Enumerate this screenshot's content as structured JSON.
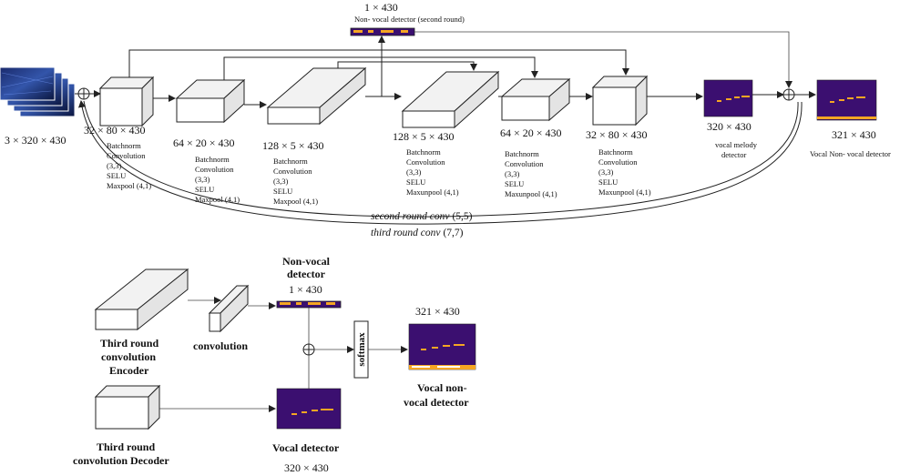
{
  "top": {
    "input_dim": "3 × 320 × 430",
    "enc1_dim": "32 × 80 × 430",
    "enc2_dim": "64 × 20 × 430",
    "enc3_dim": "128 × 5 × 430",
    "dec1_dim": "128 × 5 × 430",
    "dec2_dim": "64 × 20 × 430",
    "dec3_dim": "32 × 80 × 430",
    "melody_dim": "320 × 430",
    "output_dim": "321 × 430",
    "nonvocal_dim": "1 × 430",
    "nonvocal_label": "Non- vocal detector (second round)",
    "melody_label_1": "vocal melody",
    "melody_label_2": "detector",
    "output_label": "Vocal Non- vocal detector",
    "enc1_ops": [
      "Batchnorm",
      "Convolution",
      "(3,3)",
      "SELU",
      "Maxpool (4,1)"
    ],
    "enc2_ops": [
      "Batchnorm",
      "Convolution",
      "(3,3)",
      "SELU",
      "Maxpool (4,1)"
    ],
    "enc3_ops": [
      "Batchnorm",
      "Convolution",
      "(3,3)",
      "SELU",
      "Maxpool (4,1)"
    ],
    "dec1_ops": [
      "Batchnorm",
      "Convolution",
      "(3,3)",
      "SELU",
      "Maxunpool (4,1)"
    ],
    "dec2_ops": [
      "Batchnorm",
      "Convolution",
      "(3,3)",
      "SELU",
      "Maxunpool (4,1)"
    ],
    "dec3_ops": [
      "Batchnorm",
      "Convolution",
      "(3,3)",
      "SELU",
      "Maxunpool (4,1)"
    ],
    "second_round_conv": "second round conv",
    "second_round_kernel": "(5,5)",
    "third_round_conv": "third round conv",
    "third_round_kernel": "(7,7)"
  },
  "bottom": {
    "encoder_label_1": "Third round",
    "encoder_label_2": "convolution",
    "encoder_label_3": "Encoder",
    "decoder_label_1": "Third round",
    "decoder_label_2": "convolution Decoder",
    "convolution_label": "convolution",
    "nonvocal_title_1": "Non-vocal",
    "nonvocal_title_2": "detector",
    "nonvocal_dim": "1 × 430",
    "softmax_label": "softmax",
    "output_dim": "321 × 430",
    "output_label_1": "Vocal non-",
    "output_label_2": "vocal detector",
    "vocal_detector_label": "Vocal detector",
    "vocal_detector_dim": "320 × 430"
  },
  "colors": {
    "heatmap_bg": "#3b0f70",
    "heatmap_dark": "#2a0a55",
    "melody": "#f5a623",
    "spectrogram": "#3355aa"
  }
}
